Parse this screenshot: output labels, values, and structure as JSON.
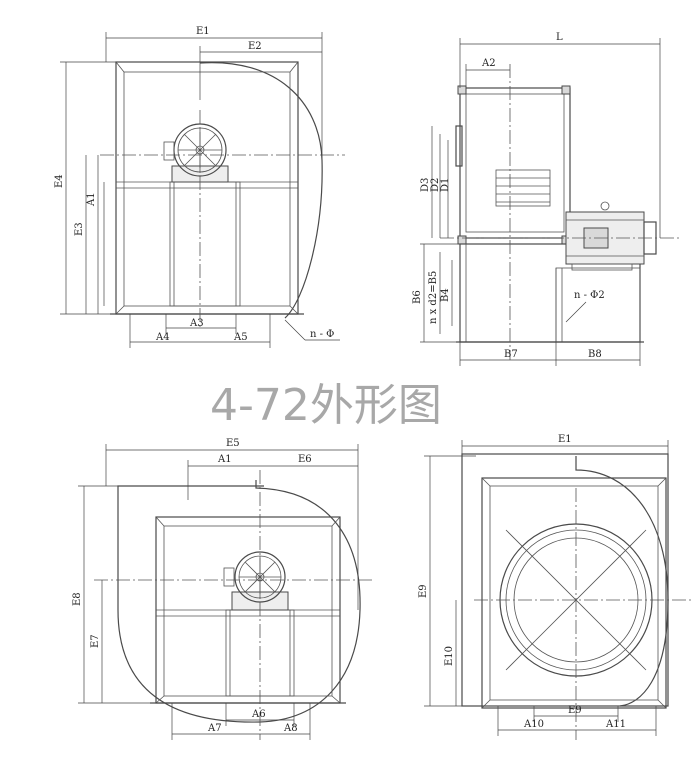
{
  "title": "4-72外形图",
  "views": {
    "front_top": {
      "labels": {
        "E1": "E1",
        "E2": "E2",
        "E3": "E3",
        "E4": "E4",
        "A1": "A1",
        "A3": "A3",
        "A4": "A4",
        "A5": "A5",
        "hole_note": "n - Φ"
      }
    },
    "side": {
      "labels": {
        "L": "L",
        "A2": "A2",
        "D3": "D3",
        "D2": "D2",
        "D1": "D1",
        "B6": "B6",
        "nxd2B5": "n x d2=B5",
        "B4": "B4",
        "B7": "B7",
        "B8": "B8",
        "hole_note": "n - Φ2"
      }
    },
    "front_bottom": {
      "labels": {
        "E5": "E5",
        "A1": "A1",
        "E6": "E6",
        "E8": "E8",
        "E7": "E7",
        "A6": "A6",
        "A7": "A7",
        "A8": "A8"
      }
    },
    "outlet": {
      "labels": {
        "E1": "E1",
        "E9_side": "E9",
        "E10": "E10",
        "E9_bottom": "E9",
        "A10": "A10",
        "A11": "A11"
      }
    }
  }
}
